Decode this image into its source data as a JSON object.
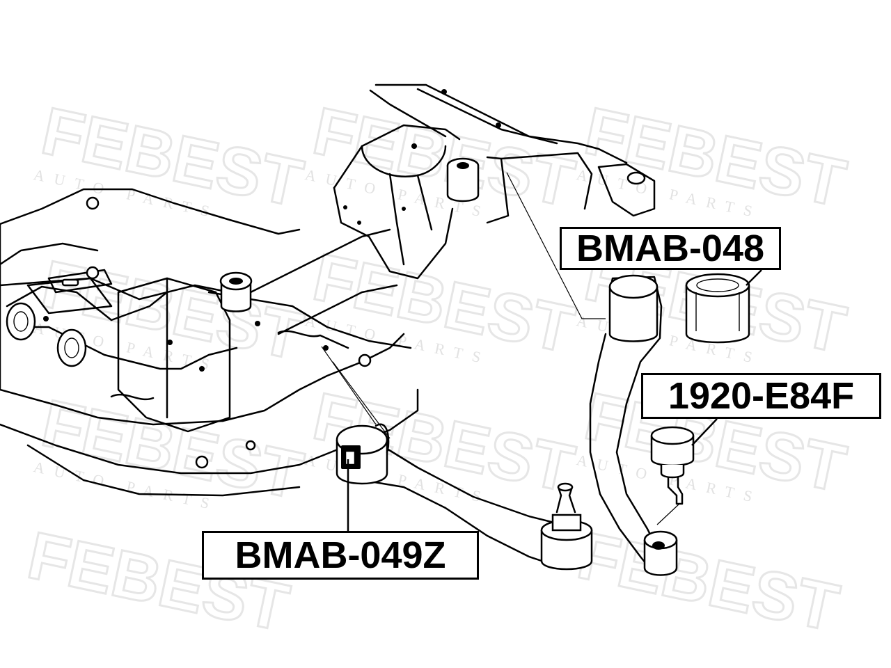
{
  "watermark": {
    "brand": "FEBEST",
    "tagline": "AUTO PARTS"
  },
  "parts": {
    "bmab_048": "BMAB-048",
    "e84f_1920": "1920-E84F",
    "bmab_049z": "BMAB-049Z"
  }
}
